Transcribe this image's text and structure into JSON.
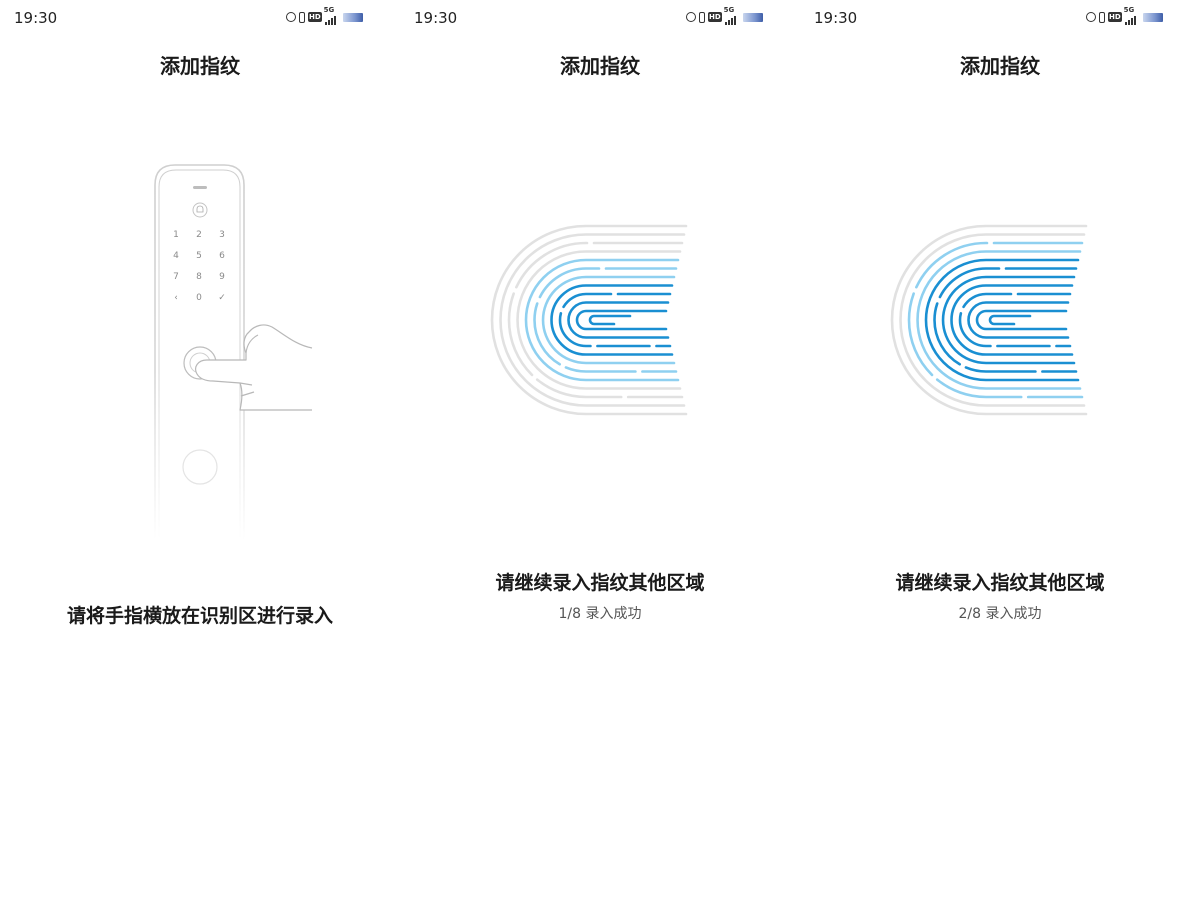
{
  "screens": [
    {
      "status_time": "19:30",
      "title": "添加指纹",
      "message": "请将手指横放在识别区进行录入",
      "keypad": [
        "1",
        "2",
        "3",
        "4",
        "5",
        "6",
        "7",
        "8",
        "9",
        "‹",
        "0",
        "✓"
      ],
      "status_icons": [
        "alarm-icon",
        "vibrate-icon",
        "hd-icon",
        "5g-signal-icon",
        "battery-icon"
      ]
    },
    {
      "status_time": "19:30",
      "title": "添加指纹",
      "message": "请继续录入指纹其他区域",
      "progress_text": "1/8 录入成功",
      "progress": {
        "done": 1,
        "total": 8
      }
    },
    {
      "status_time": "19:30",
      "title": "添加指纹",
      "message": "请继续录入指纹其他区域",
      "progress_text": "2/8 录入成功",
      "progress": {
        "done": 2,
        "total": 8
      }
    }
  ],
  "network_label": "5G",
  "hd_label": "HD",
  "colors": {
    "ridge_gray": "#e1e1e1",
    "ridge_light_blue": "#8fd0f0",
    "ridge_dark_blue": "#1a8fd2",
    "text": "#1a1a1a",
    "subtext": "#555555"
  }
}
